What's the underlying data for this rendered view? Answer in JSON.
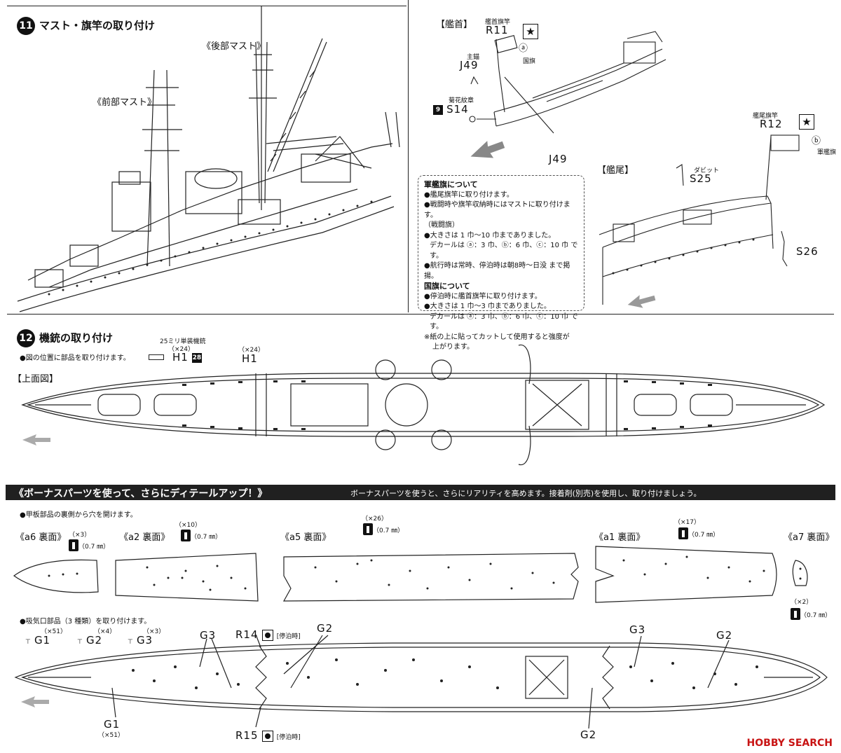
{
  "step11": {
    "number": "11",
    "title": "マスト・旗竿の取り付け",
    "aft_mast_label": "《後部マスト》",
    "fore_mast_label": "《前部マスト》",
    "bow_heading": "【艦首】",
    "stern_heading": "【艦尾】",
    "bow_flagstaff_caption": "艦首旗竿",
    "bow_flagstaff_part": "R11",
    "national_flag_marker": "ⓐ",
    "national_flag_caption": "国旗",
    "anchor_caption": "主錨",
    "anchor_part_top": "J49",
    "chrysanthemum_caption": "菊花紋章",
    "chrysanthemum_icon_label": "9",
    "chrysanthemum_part": "S14",
    "anchor_part_bottom": "J49",
    "stern_flagstaff_caption": "艦尾旗竿",
    "stern_flagstaff_part": "R12",
    "ensign_marker": "ⓑ",
    "ensign_caption": "軍艦旗",
    "davit_caption": "ダビット",
    "davit_part": "S25",
    "stern_part_s26": "S26"
  },
  "flag_note": {
    "heading1": "軍艦旗について",
    "lines1": [
      "●艦尾旗竿に取り付けます。",
      "●戦闘時や旗竿収納時にはマストに取り付けます。",
      "（戦闘旗）",
      "●大きさは 1 巾〜10 巾までありました。",
      "デカールは ⓐ：3 巾、ⓑ：6 巾、ⓒ：10 巾 です。",
      "●航行時は常時、停泊時は朝8時〜日没 まで掲揚。"
    ],
    "heading2": "国旗について",
    "lines2": [
      "●停泊時に艦首旗竿に取り付けます。",
      "●大きさは 1 巾〜3 巾までありました。",
      "デカールは ⓐ：3 巾、ⓑ：6 巾、ⓒ：10 巾 です。"
    ],
    "footnote": [
      "※紙の上に貼ってカットして使用すると強度が",
      "上がります。"
    ]
  },
  "step12": {
    "number": "12",
    "title": "機銃の取り付け",
    "instruction": "●図の位置に部品を取り付けます。",
    "gun_caption": "25ミリ単装機銃",
    "gun_qty": "（×24）",
    "gun_part": "H1",
    "gun_icon_label": "28",
    "callout_qty": "（×24）",
    "callout_part": "H1",
    "view_label": "【上面図】"
  },
  "bonus": {
    "banner_title": "《ボーナスパーツを使って、さらにディテールアップ！》",
    "banner_text": "ボーナスパーツを使うと、さらにリアリティを高めます。接着剤(別売)を使用し、取り付けましょう。",
    "drill_instruction": "●甲板部品の裏側から穴を開けます。",
    "panels": [
      {
        "label": "《a6 裏面》",
        "qty": "（×3）",
        "size": "（0.7 ㎜）"
      },
      {
        "label": "《a2 裏面》",
        "qty": "（×10）",
        "size": "（0.7 ㎜）"
      },
      {
        "label": "《a5 裏面》",
        "qty": "（×26）",
        "size": "（0.7 ㎜）"
      },
      {
        "label": "《a1 裏面》",
        "qty": "（×17）",
        "size": "（0.7 ㎜）"
      },
      {
        "label": "《a7 裏面》",
        "qty": "（×2）",
        "size": "（0.7 ㎜）"
      }
    ],
    "intake_instruction": "●吸気口部品（3 種類）を取り付けます。",
    "intake_parts": [
      {
        "qty": "（×51）",
        "part": "G1"
      },
      {
        "qty": "（×4）",
        "part": "G2"
      },
      {
        "qty": "（×3）",
        "part": "G3"
      }
    ],
    "r14_part": "R14",
    "r14_caption": "[停泊時]",
    "r15_part": "R15",
    "r15_caption": "[停泊時]",
    "callouts": {
      "g3_left": "G3",
      "g2_left": "G2",
      "g3_right": "G3",
      "g2_right": "G2",
      "g1_bottom": "G1",
      "g1_bottom_qty": "（×51）",
      "g2_bottom": "G2"
    }
  },
  "watermark": "HOBBY SEARCH"
}
